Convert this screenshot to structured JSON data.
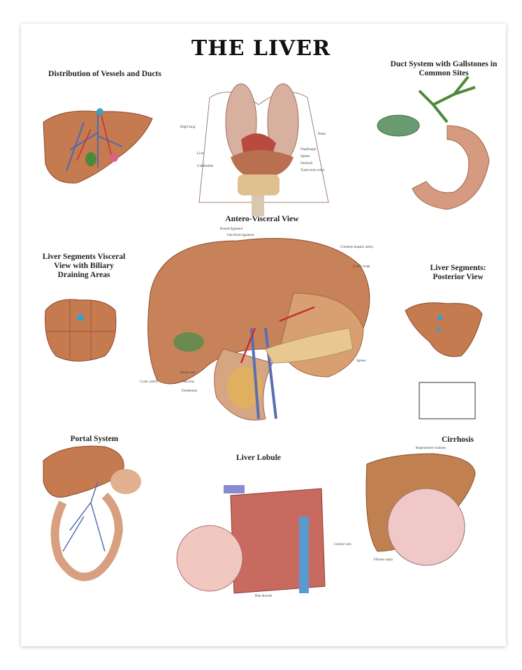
{
  "title": "THE LIVER",
  "sections": {
    "vessels": "Distribution of Vessels and Ducts",
    "ducts": "Duct System with Gallstones in Common Sites",
    "antero": "Antero-Visceral View",
    "segments_visceral": "Liver Segments Visceral View with Biliary Draining Areas",
    "segments_posterior": "Liver Segments: Posterior View",
    "portal": "Portal System",
    "lobule": "Liver Lobule",
    "cirrhosis": "Cirrhosis"
  },
  "labels": {
    "right_lung": "Right lung",
    "liver": "Liver",
    "gallbladder": "Gallbladder",
    "heart": "Heart",
    "diaphragm": "Diaphragm",
    "spleen": "Spleen",
    "stomach": "Stomach",
    "transverse_colon": "Transverse colon",
    "round_ligament": "Round ligament",
    "falciform_ligament": "Falciform ligament",
    "common_hepatic_artery": "Common hepatic artery",
    "celiac_trunk": "Celiac trunk",
    "duodenum": "Duodenum",
    "pancreas": "Pancreas",
    "portal_vein": "Portal vein",
    "cystic_artery": "Cystic artery",
    "central_vein": "Central vein",
    "bile_ductule": "Bile ductule",
    "fibrous_septa": "Fibrous septa",
    "regenerative_nodules": "Regenerative nodules"
  },
  "colors": {
    "liver": "#c9825a",
    "vein": "#5b6fb0",
    "artery": "#c0303a",
    "bile": "#4c8a3a",
    "gallbladder": "#3f7f55"
  }
}
